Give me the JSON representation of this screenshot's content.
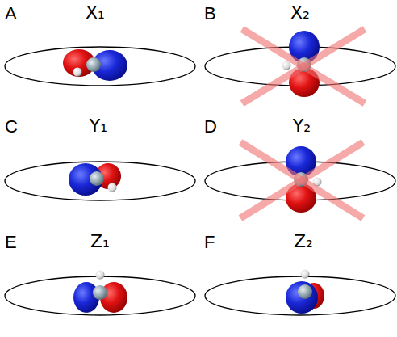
{
  "diagram": {
    "labels": [
      "A",
      "X₁",
      "B",
      "X₂",
      "C",
      "Y₁",
      "D",
      "Y₂",
      "E",
      "Z₁",
      "F",
      "Z₂"
    ]
  }
}
